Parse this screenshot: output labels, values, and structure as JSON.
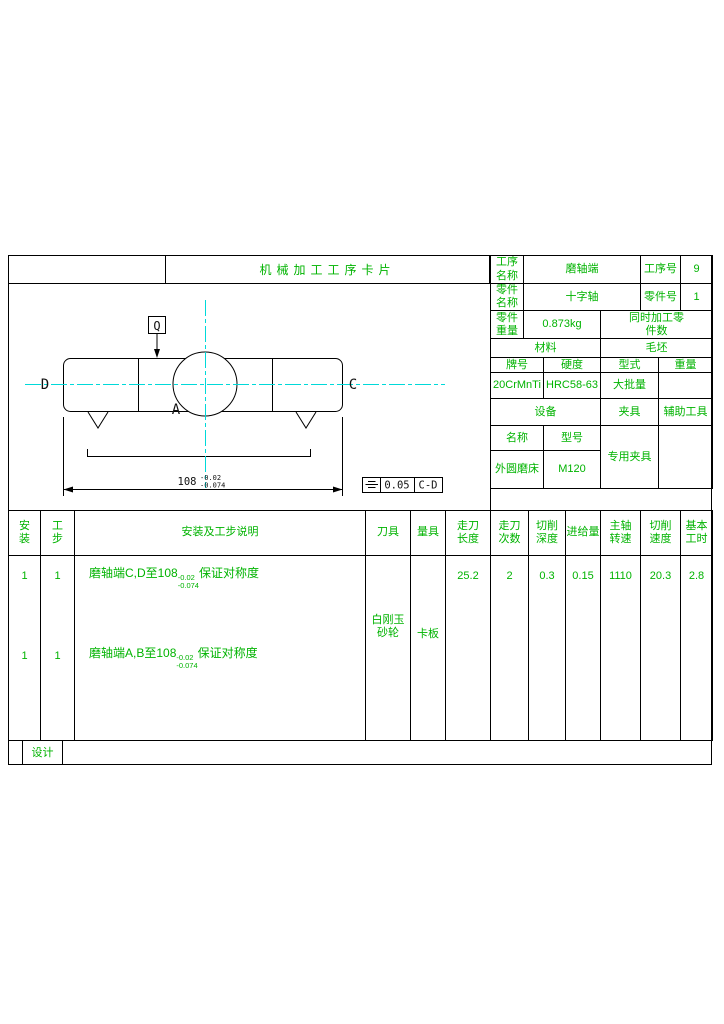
{
  "colors": {
    "text_green": "#00b300",
    "line_black": "#000000",
    "centerline_cyan": "#00d9d9",
    "background": "#ffffff"
  },
  "title": {
    "doc_title": "机械加工工序卡片"
  },
  "info": {
    "process_name_label": "工序\n名称",
    "process_name": "磨轴端",
    "process_no_label": "工序号",
    "process_no": "9",
    "part_name_label": "零件\n名称",
    "part_name": "十字轴",
    "part_no_label": "零件号",
    "part_no": "1",
    "part_weight_label": "零件\n重量",
    "part_weight": "0.873kg",
    "simultaneous_label": "同时加工零\n件数",
    "material_label": "材料",
    "blank_label": "毛坯",
    "grade_label": "牌号",
    "grade_value": "20CrMnTi",
    "hardness_label": "硬度",
    "hardness_value": "HRC58-63",
    "form_label": "型式",
    "form_value": "大批量",
    "weight_label": "重量",
    "equipment_label": "设备",
    "fixture_label": "夹具",
    "aux_tool_label": "辅助工具",
    "equip_name_label": "名称",
    "equip_model_label": "型号",
    "equip_name": "外圆磨床",
    "equip_model": "M120",
    "fixture_value": "专用夹具"
  },
  "drawing": {
    "label_q": "Q",
    "label_d": "D",
    "label_c": "C",
    "label_a": "A",
    "dim_base": "108",
    "dim_tol_upper": "-0.02",
    "dim_tol_lower": "-0.074",
    "tol_symbol": "symmetry",
    "tol_value": "0.05",
    "tol_datum": "C-D"
  },
  "steps": {
    "headers": {
      "setup": "安\n装",
      "step": "工\n步",
      "description": "安装及工步说明",
      "tool": "刀具",
      "gauge": "量具",
      "feed_length": "走刀\n长度",
      "feed_passes": "走刀\n次数",
      "cut_depth": "切削\n深度",
      "feed_rate": "进给量",
      "spindle_speed": "主轴\n转速",
      "cut_speed": "切削\n速度",
      "base_time": "基本\n工时"
    },
    "tool_value": "白刚玉\n砂轮",
    "gauge_value": "卡板",
    "rows": [
      {
        "setup": "1",
        "step": "1",
        "desc_prefix": "磨轴端C,D至108",
        "tol_upper": "-0.02",
        "tol_lower": "-0.074",
        "desc_suffix": "保证对称度",
        "feed_length": "25.2",
        "feed_passes": "2",
        "cut_depth": "0.3",
        "feed_rate": "0.15",
        "spindle_speed": "1110",
        "cut_speed": "20.3",
        "base_time": "2.8"
      },
      {
        "setup": "1",
        "step": "1",
        "desc_prefix": "磨轴端A,B至108",
        "tol_upper": "-0.02",
        "tol_lower": "-0.074",
        "desc_suffix": "保证对称度",
        "feed_length": "",
        "feed_passes": "",
        "cut_depth": "",
        "feed_rate": "",
        "spindle_speed": "",
        "cut_speed": "",
        "base_time": ""
      }
    ]
  },
  "footer": {
    "design_label": "设计"
  }
}
